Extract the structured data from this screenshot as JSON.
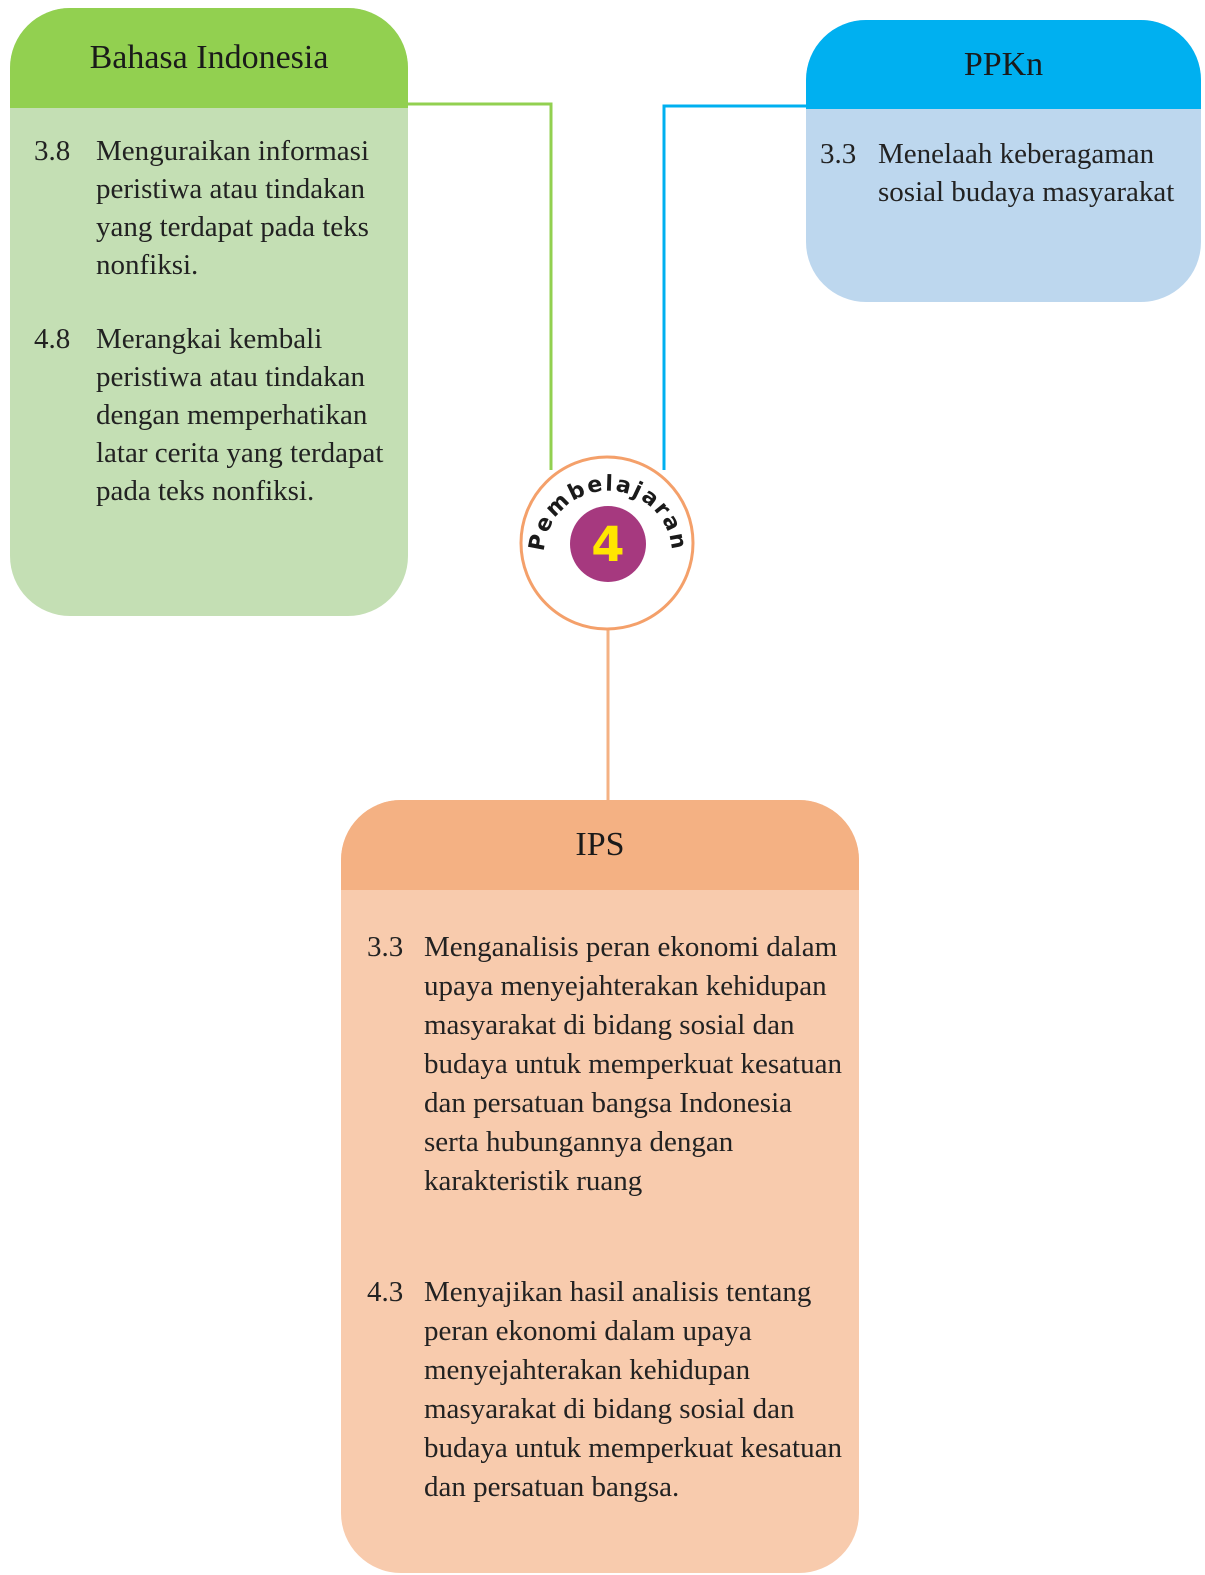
{
  "colors": {
    "bahasa_header": "#92d050",
    "bahasa_body": "#c4dfb4",
    "ppkn_header": "#00b0f0",
    "ppkn_body": "#bdd7ee",
    "ips_header": "#f4b183",
    "ips_body": "#f8cbad",
    "badge_ring": "#f4a06a",
    "badge_center": "#a6397f",
    "badge_number": "#ffe600"
  },
  "center": {
    "word": "Pembelajaran",
    "number": "4"
  },
  "bahasa": {
    "title": "Bahasa Indonesia",
    "items": [
      {
        "num": "3.8",
        "text": "Menguraikan informasi peristiwa atau tindakan yang terdapat pada teks nonfiksi."
      },
      {
        "num": "4.8",
        "text": "Merangkai kembali peristiwa atau tindakan dengan memperhatikan latar cerita yang terdapat pada teks nonfiksi."
      }
    ]
  },
  "ppkn": {
    "title": "PPKn",
    "items": [
      {
        "num": "3.3",
        "text": "Menelaah keberagaman sosial budaya masyarakat"
      }
    ]
  },
  "ips": {
    "title": "IPS",
    "items": [
      {
        "num": "3.3",
        "text": "Menganalisis peran ekonomi dalam upaya menyejahterakan kehidupan masyarakat di bidang sosial dan budaya untuk memperkuat kesatuan dan persatuan bangsa Indonesia serta hubungannya dengan karakteristik ruang"
      },
      {
        "num": "4.3",
        "text": "Menyajikan hasil analisis tentang peran ekonomi dalam upaya menyejahterakan kehidupan masyarakat di bidang sosial dan budaya untuk memperkuat kesatuan dan persatuan bangsa."
      }
    ]
  }
}
